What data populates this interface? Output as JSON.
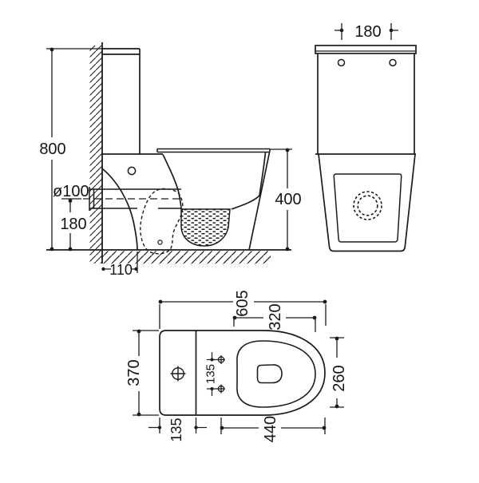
{
  "drawing": {
    "type": "toilet-installation-technical-drawing",
    "line_color": "#1c1c1c",
    "background": "#ffffff"
  },
  "dims": {
    "wall_height": "800",
    "outlet_diameter": "ø100",
    "outlet_center_height": "180",
    "outlet_floor_offset": "110",
    "bowl_height": "400",
    "button_spacing": "180",
    "overall_length": "605",
    "rim_opening_length": "320",
    "overall_width": "370",
    "rim_opening_width": "260",
    "seat_bolt_spacing": "135",
    "cistern_depth": "135",
    "bowl_projection": "440"
  }
}
